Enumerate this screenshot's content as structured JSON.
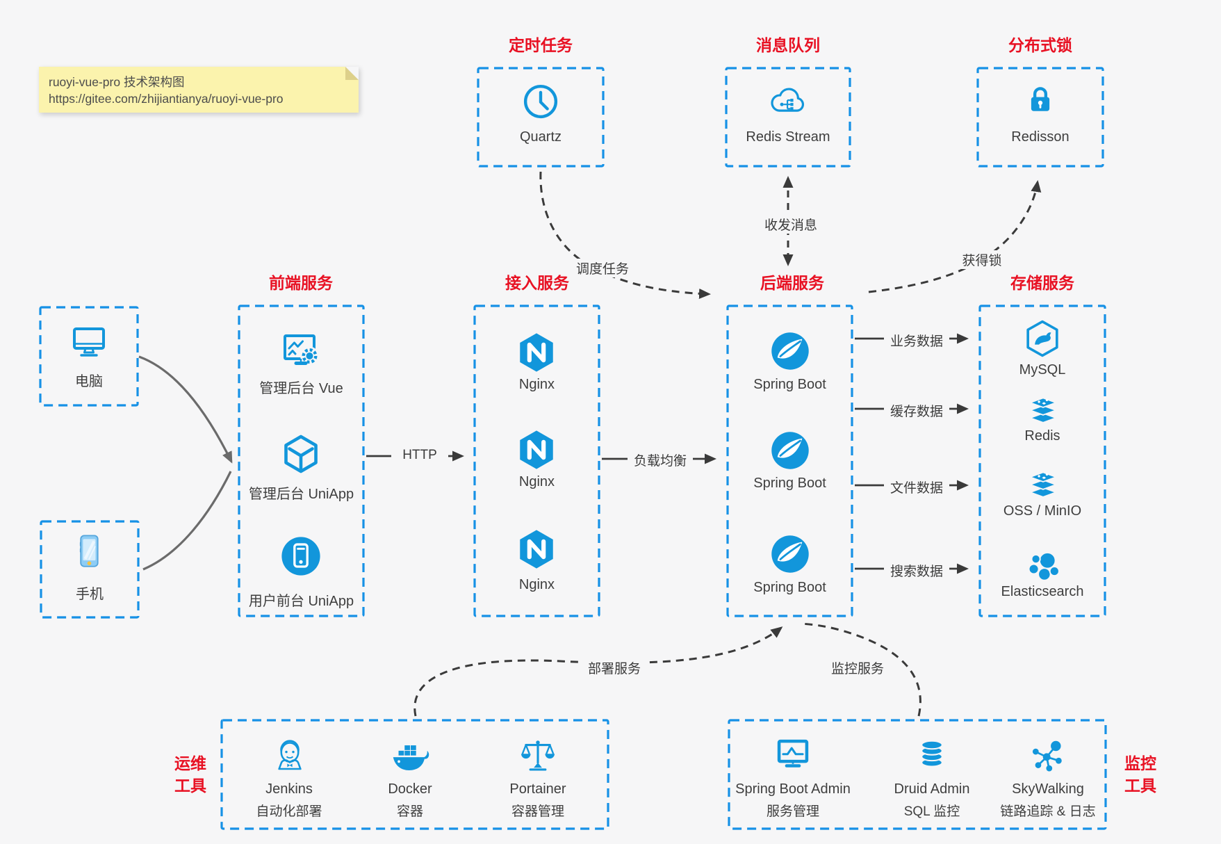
{
  "note": {
    "line1": "ruoyi-vue-pro 技术架构图",
    "line2": "https://gitee.com/zhijiantianya/ruoyi-vue-pro"
  },
  "colors": {
    "icon_blue": "#1296db",
    "dash_border_blue": "#1691e6",
    "title_red": "#e81123",
    "arrow_dark": "#3a3a3a",
    "client_arrow_gray": "#6b6b6b",
    "note_bg": "#fbf3ad",
    "canvas_bg": "#f6f6f7"
  },
  "groups": {
    "scheduler": {
      "title": "定时任务",
      "items": [
        {
          "label": "Quartz",
          "icon": "clock"
        }
      ]
    },
    "mq": {
      "title": "消息队列",
      "items": [
        {
          "label": "Redis Stream",
          "icon": "cloud-network"
        }
      ]
    },
    "lock": {
      "title": "分布式锁",
      "items": [
        {
          "label": "Redisson",
          "icon": "padlock"
        }
      ]
    },
    "clients": {
      "items": [
        {
          "label": "电脑",
          "icon": "desktop-monitor"
        },
        {
          "label": "手机",
          "icon": "smartphone"
        }
      ]
    },
    "frontend": {
      "title": "前端服务",
      "items": [
        {
          "label": "管理后台 Vue",
          "icon": "admin-dashboard"
        },
        {
          "label": "管理后台 UniApp",
          "icon": "uniapp-cube"
        },
        {
          "label": "用户前台 UniApp",
          "icon": "mobile-app-circle"
        }
      ]
    },
    "gateway": {
      "title": "接入服务",
      "items": [
        {
          "label": "Nginx",
          "icon": "nginx-hexagon"
        },
        {
          "label": "Nginx",
          "icon": "nginx-hexagon"
        },
        {
          "label": "Nginx",
          "icon": "nginx-hexagon"
        }
      ]
    },
    "backend": {
      "title": "后端服务",
      "items": [
        {
          "label": "Spring Boot",
          "icon": "spring-leaf"
        },
        {
          "label": "Spring Boot",
          "icon": "spring-leaf"
        },
        {
          "label": "Spring Boot",
          "icon": "spring-leaf"
        }
      ]
    },
    "storage": {
      "title": "存储服务",
      "items": [
        {
          "label": "MySQL",
          "icon": "mysql-dolphin-hexagon"
        },
        {
          "label": "Redis",
          "icon": "redis-stack"
        },
        {
          "label": "OSS / MinIO",
          "icon": "storage-stack"
        },
        {
          "label": "Elasticsearch",
          "icon": "elastic-cluster"
        }
      ]
    },
    "ops": {
      "title_line1": "运维",
      "title_line2": "工具",
      "items": [
        {
          "name": "Jenkins",
          "sub": "自动化部署",
          "icon": "jenkins-butler"
        },
        {
          "name": "Docker",
          "sub": "容器",
          "icon": "docker-whale"
        },
        {
          "name": "Portainer",
          "sub": "容器管理",
          "icon": "portainer-scales"
        }
      ]
    },
    "monitoring": {
      "title_line1": "监控",
      "title_line2": "工具",
      "items": [
        {
          "name": "Spring Boot Admin",
          "sub": "服务管理",
          "icon": "admin-monitor"
        },
        {
          "name": "Druid Admin",
          "sub": "SQL 监控",
          "icon": "database-cylinder"
        },
        {
          "name": "SkyWalking",
          "sub": "链路追踪 & 日志",
          "icon": "topology-graph"
        }
      ]
    }
  },
  "edges": {
    "http": "HTTP",
    "load_balance": "负载均衡",
    "schedule_task": "调度任务",
    "send_receive_message": "收发消息",
    "acquire_lock": "获得锁",
    "business_data": "业务数据",
    "cache_data": "缓存数据",
    "file_data": "文件数据",
    "search_data": "搜索数据",
    "deploy_service": "部署服务",
    "monitor_service": "监控服务"
  }
}
